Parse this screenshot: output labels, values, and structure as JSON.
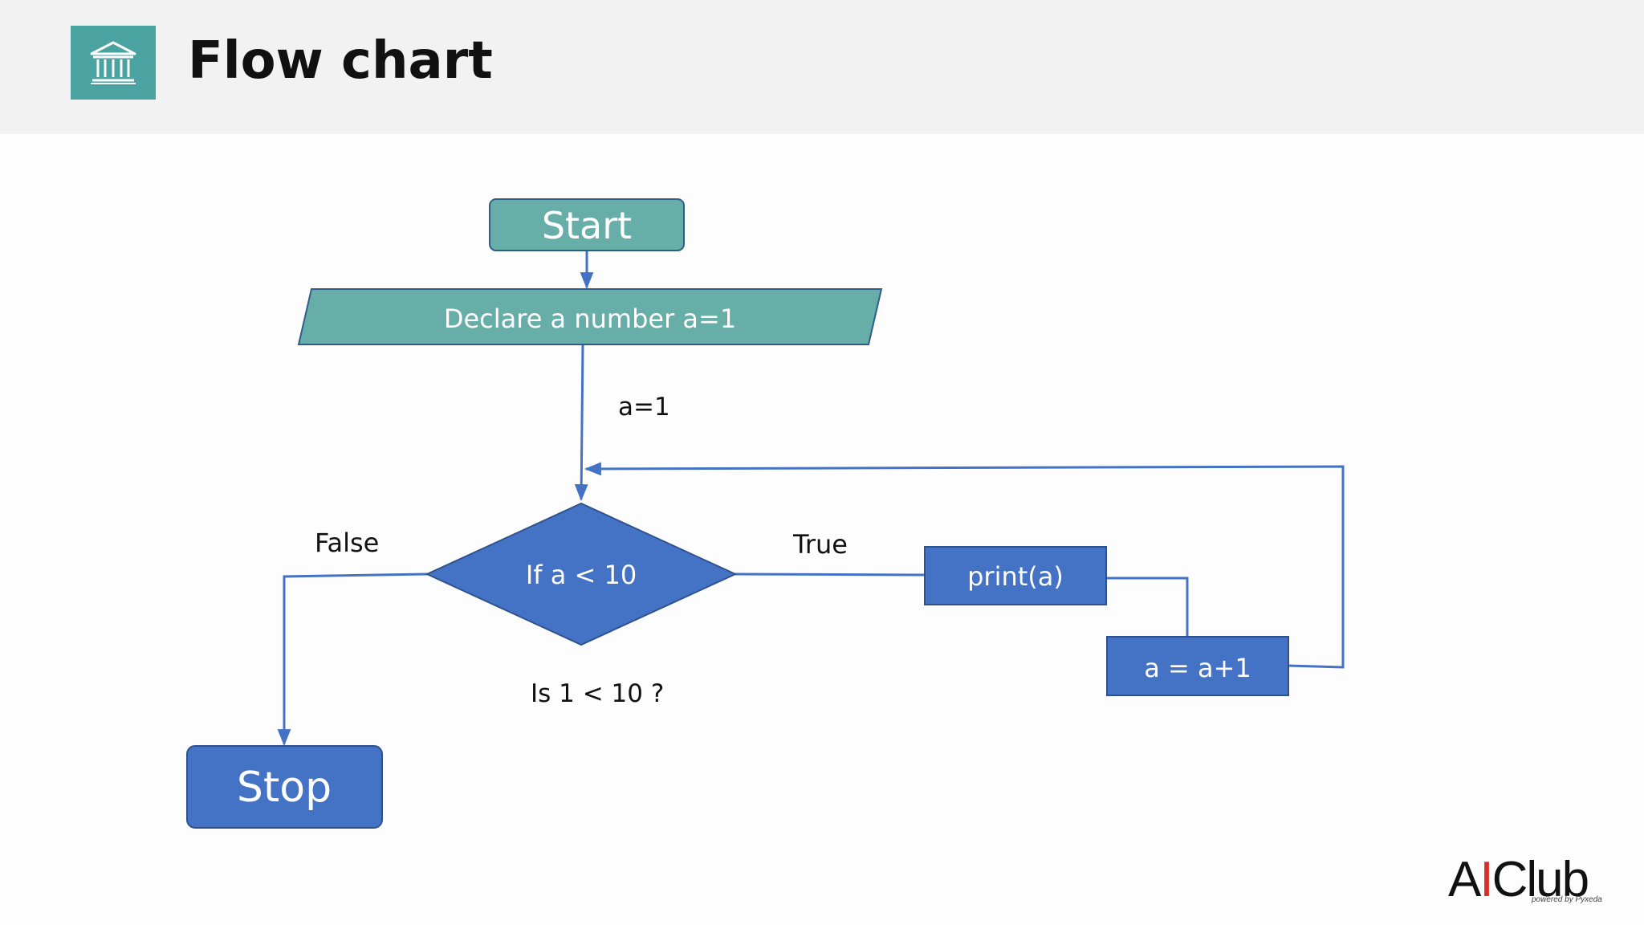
{
  "header": {
    "title": "Flow chart",
    "icon": "bank-building-icon",
    "icon_bg_color": "#4aa3a0"
  },
  "diagram": {
    "nodes": {
      "start": "Start",
      "declare": "Declare a number a=1",
      "decision": "If a < 10",
      "print": "print(a)",
      "increment": "a = a+1",
      "stop": "Stop"
    },
    "edge_labels": {
      "init_value": "a=1",
      "false_branch": "False",
      "true_branch": "True",
      "decision_question": "Is 1 < 10 ?"
    },
    "colors": {
      "teal": "#67aea9",
      "teal_border": "#2f5d8a",
      "blue": "#4472c4",
      "blue_border": "#2f528f",
      "line": "#4472c4"
    }
  },
  "logo": {
    "text_a": "A",
    "text_i": "I",
    "text_club": "Club",
    "subtext": "powered by Pyxeda",
    "accent_color": "#d92f27"
  }
}
